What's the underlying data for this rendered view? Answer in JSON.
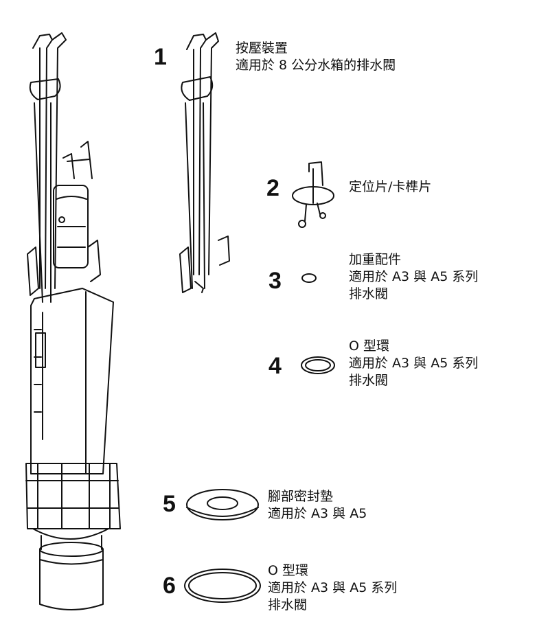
{
  "parts": [
    {
      "number": "1",
      "title": "按壓裝置",
      "lines": [
        "適用於 8 公分水箱的排水閥"
      ]
    },
    {
      "number": "2",
      "title": "定位片/卡榫片",
      "lines": []
    },
    {
      "number": "3",
      "title": "加重配件",
      "lines": [
        "適用於 A3 與 A5 系列",
        "排水閥"
      ]
    },
    {
      "number": "4",
      "title": "O 型環",
      "lines": [
        "適用於 A3 與 A5 系列",
        "排水閥"
      ]
    },
    {
      "number": "5",
      "title": "腳部密封墊",
      "lines": [
        "適用於 A3 與 A5"
      ]
    },
    {
      "number": "6",
      "title": "O 型環",
      "lines": [
        "適用於 A3 與 A5 系列",
        "排水閥"
      ]
    }
  ]
}
